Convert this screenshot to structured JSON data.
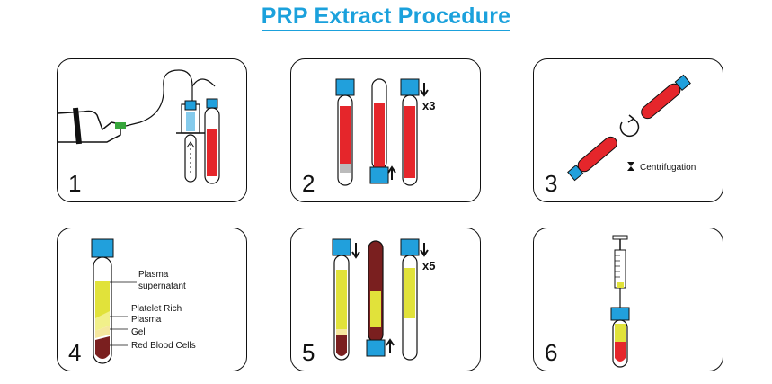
{
  "title": {
    "text": "PRP Extract Procedure",
    "color": "#1ba1dc"
  },
  "colors": {
    "blood": "#e5262b",
    "plasma": "#e1e23a",
    "cap": "#21a0dc",
    "rbc": "#7a1f1f",
    "gel": "#f5e79e"
  },
  "panels": [
    {
      "number": "1"
    },
    {
      "number": "2",
      "repeat": "x3"
    },
    {
      "number": "3",
      "caption": "Centrifugation"
    },
    {
      "number": "4",
      "labels": {
        "plasma": "Plasma",
        "supernatant": "supernatant",
        "platelet_rich": "Platelet Rich",
        "plasma2": "Plasma",
        "gel": "Gel",
        "rbc": "Red Blood Cells"
      }
    },
    {
      "number": "5",
      "repeat": "x5"
    },
    {
      "number": "6"
    }
  ]
}
